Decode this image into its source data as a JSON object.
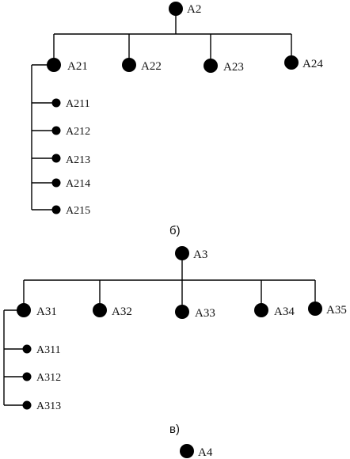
{
  "diagram": {
    "section_b": {
      "caption": "б)",
      "root": {
        "label": "A2"
      },
      "children": [
        {
          "label": "A21"
        },
        {
          "label": "A22"
        },
        {
          "label": "A23"
        },
        {
          "label": "A24"
        }
      ],
      "subchildren": [
        {
          "label": "A211"
        },
        {
          "label": "A212"
        },
        {
          "label": "A213"
        },
        {
          "label": "A214"
        },
        {
          "label": "A215"
        }
      ]
    },
    "section_c": {
      "caption": "в)",
      "root": {
        "label": "A3"
      },
      "children": [
        {
          "label": "A31"
        },
        {
          "label": "A32"
        },
        {
          "label": "A33"
        },
        {
          "label": "A34"
        },
        {
          "label": "A35"
        }
      ],
      "subchildren": [
        {
          "label": "A311"
        },
        {
          "label": "A312"
        },
        {
          "label": "A313"
        }
      ]
    },
    "section_d": {
      "root": {
        "label": "A4"
      }
    }
  }
}
